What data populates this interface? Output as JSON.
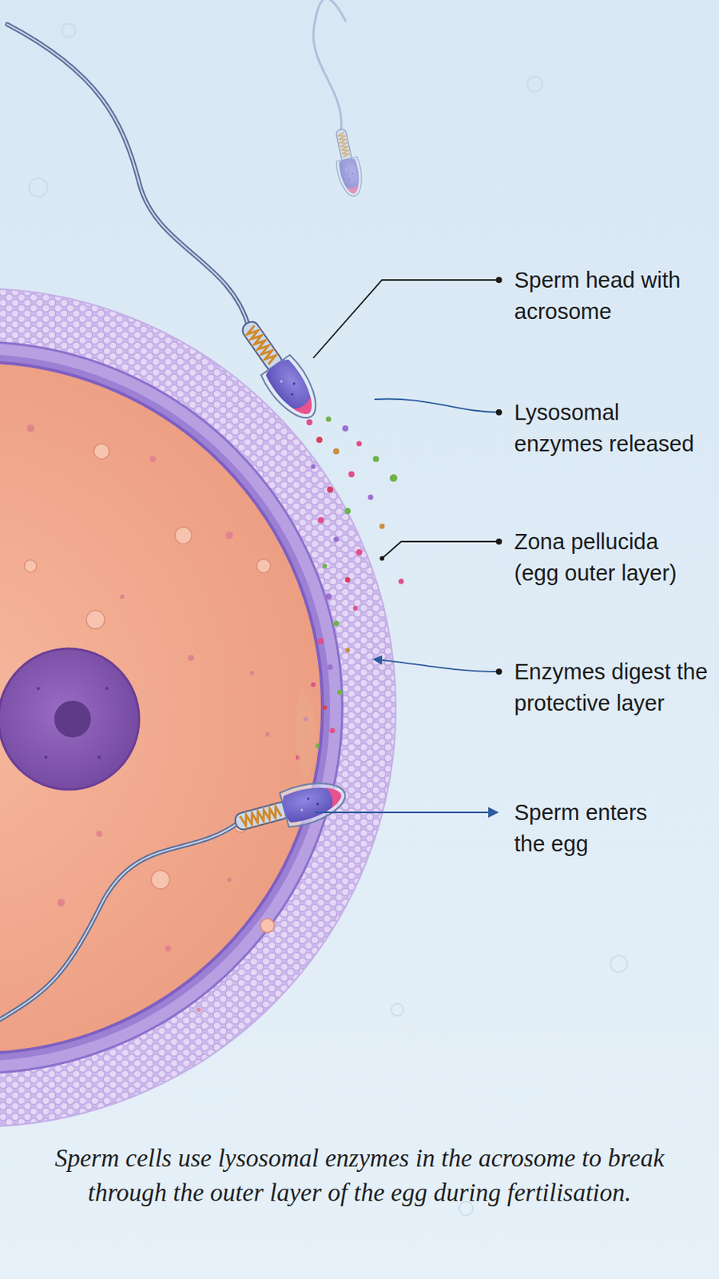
{
  "diagram": {
    "caption": "Sperm cells use lysosomal enzymes in the acrosome to break through the outer layer of the egg during fertilisation.",
    "labels": [
      "Sperm head with acrosome",
      "Lysosomal enzymes released",
      "Zona pellucida (egg outer layer)",
      "Enzymes digest the protective layer",
      "Sperm enters the egg"
    ]
  }
}
